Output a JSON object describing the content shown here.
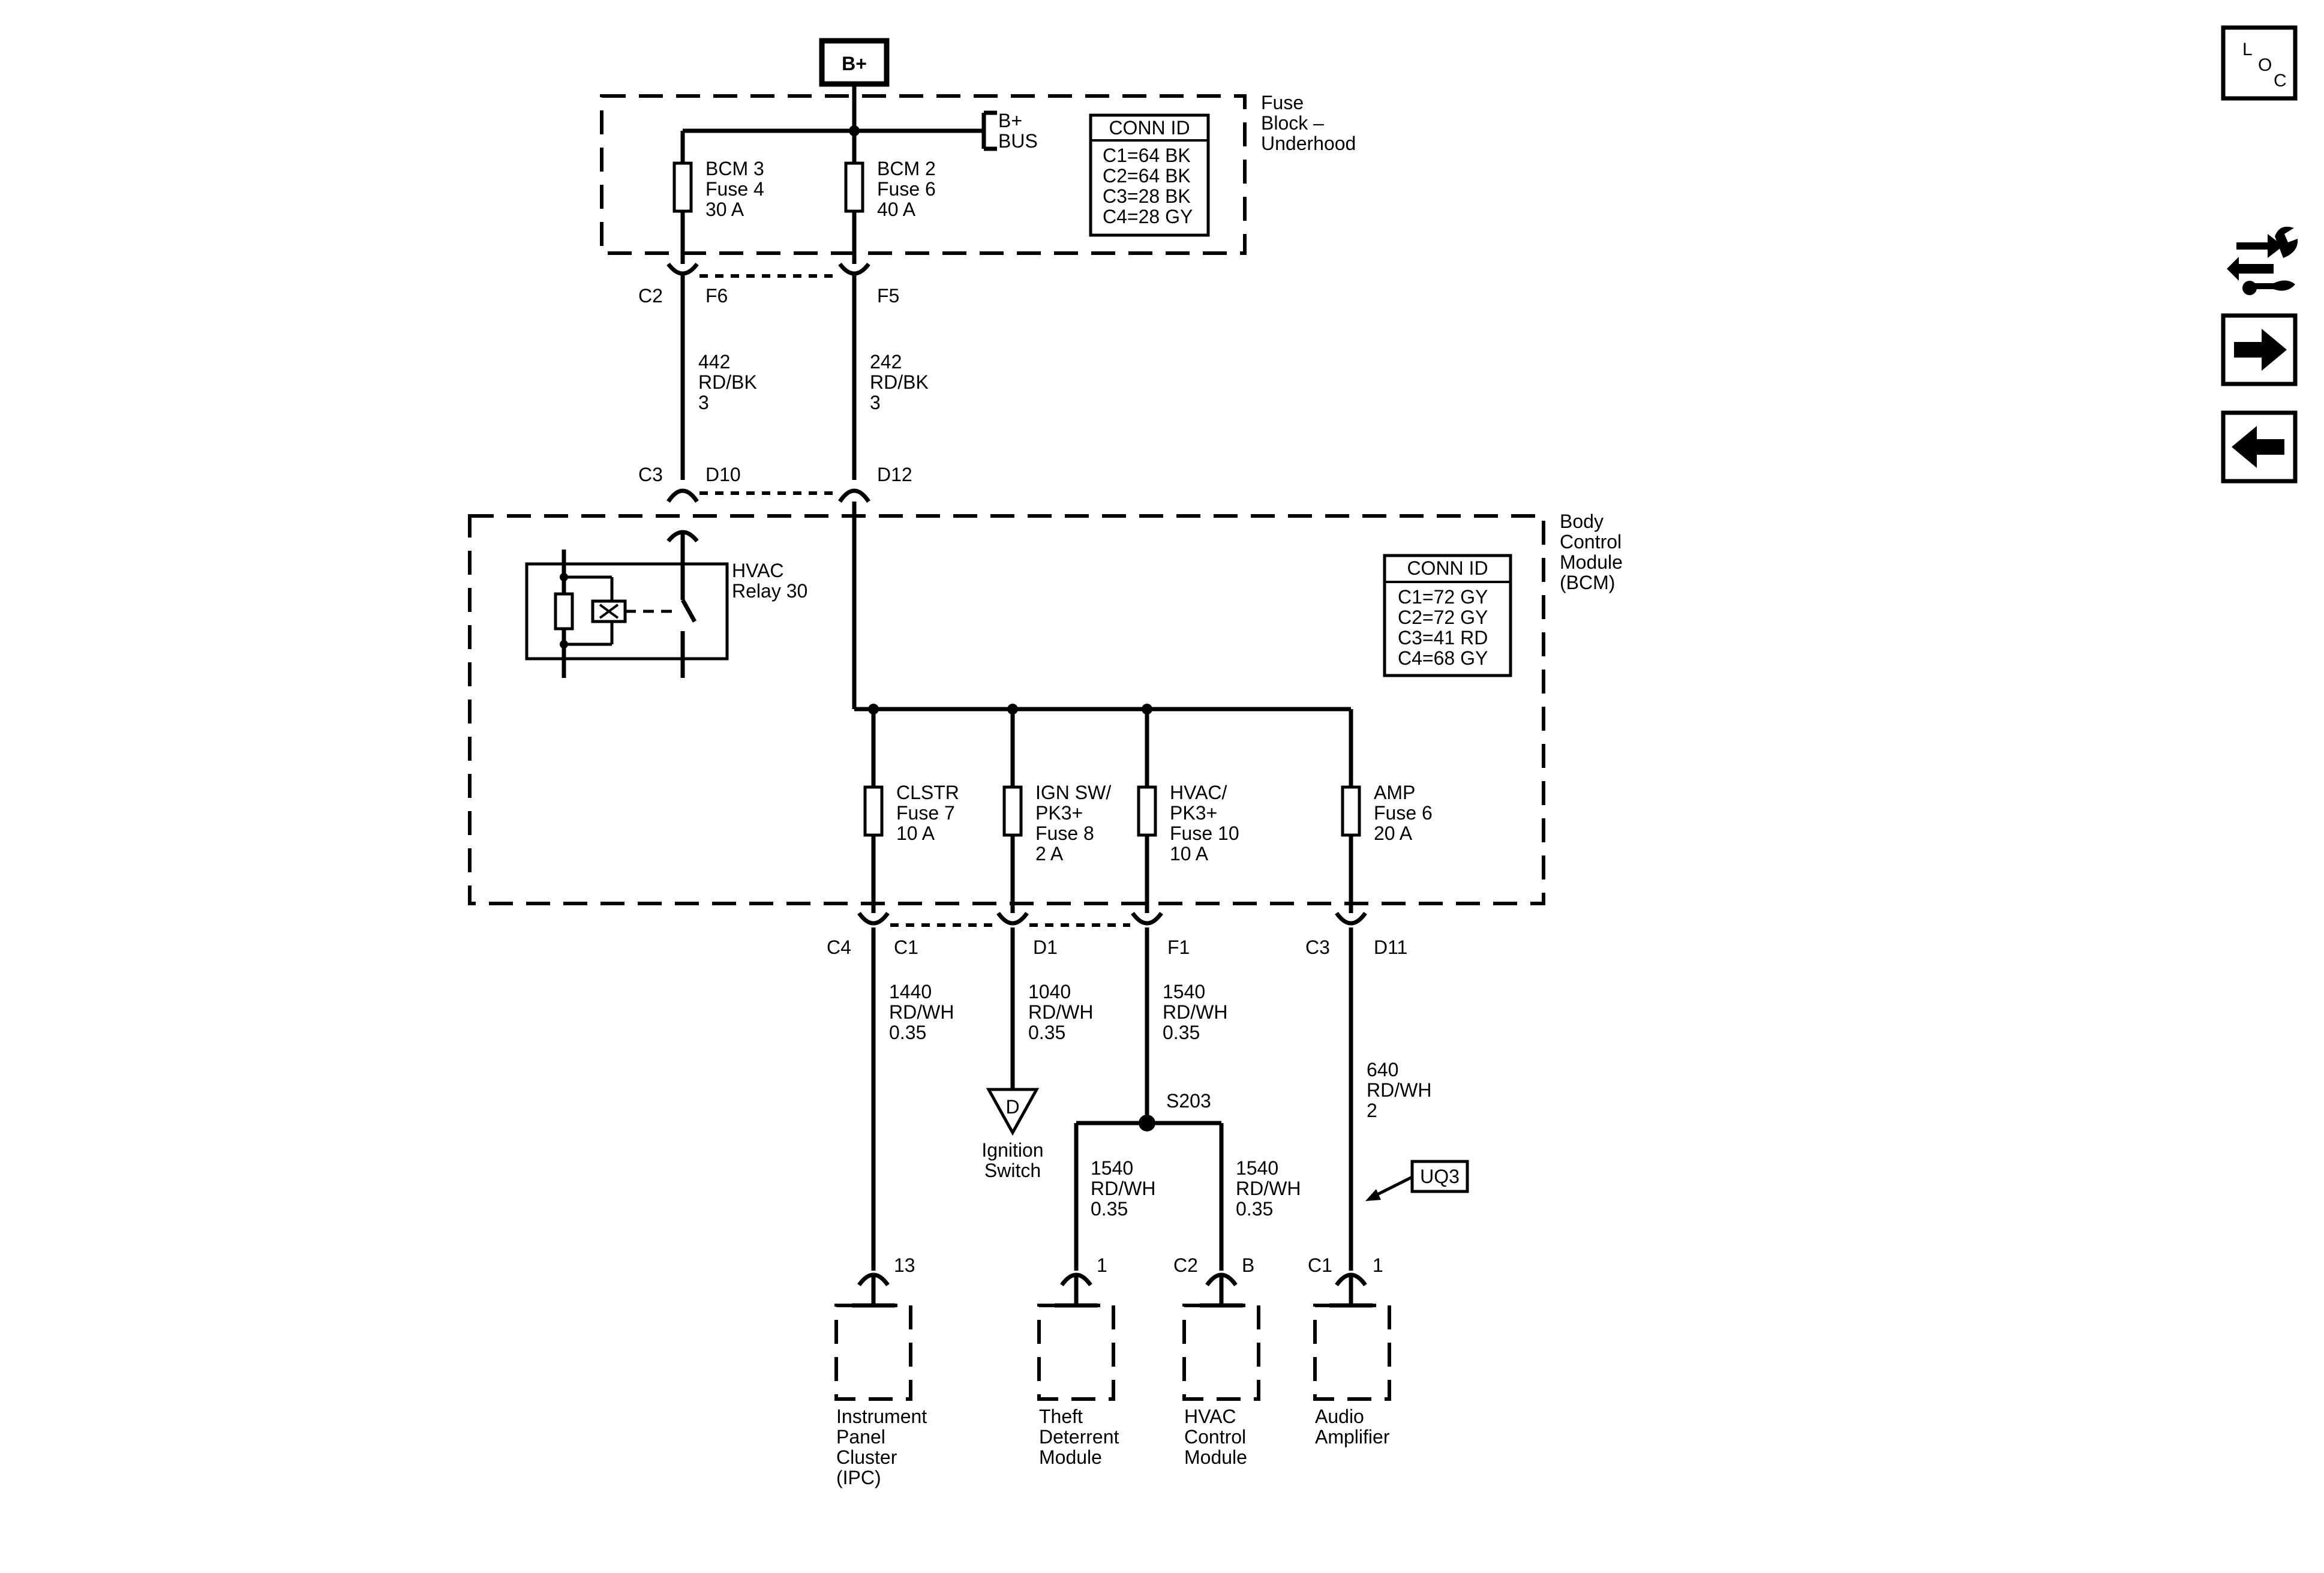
{
  "battery": "B+",
  "b_bus": [
    "B+",
    "BUS"
  ],
  "fuse_block": {
    "label": [
      "Fuse",
      "Block –",
      "Underhood"
    ],
    "conn_id": {
      "title": "CONN ID",
      "rows": [
        "C1=64 BK",
        "C2=64 BK",
        "C3=28 BK",
        "C4=28 GY"
      ]
    },
    "fuses": [
      {
        "lines": [
          "BCM 3",
          "Fuse 4",
          "30 A"
        ]
      },
      {
        "lines": [
          "BCM 2",
          "Fuse 6",
          "40 A"
        ]
      }
    ],
    "connectors": {
      "c2": "C2",
      "f6": "F6",
      "f5": "F5"
    }
  },
  "wires_upper": [
    {
      "lines": [
        "442",
        "RD/BK",
        "3"
      ]
    },
    {
      "lines": [
        "242",
        "RD/BK",
        "3"
      ]
    }
  ],
  "bcm": {
    "label": [
      "Body",
      "Control",
      "Module",
      "(BCM)"
    ],
    "connectors": {
      "c3": "C3",
      "d10": "D10",
      "d12": "D12"
    },
    "relay": [
      "HVAC",
      "Relay 30"
    ],
    "conn_id": {
      "title": "CONN ID",
      "rows": [
        "C1=72 GY",
        "C2=72 GY",
        "C3=41 RD",
        "C4=68 GY"
      ]
    },
    "fuses": [
      {
        "lines": [
          "CLSTR",
          "Fuse 7",
          "10 A"
        ]
      },
      {
        "lines": [
          "IGN SW/",
          "PK3+",
          "Fuse 8",
          "2 A"
        ]
      },
      {
        "lines": [
          "HVAC/",
          "PK3+",
          "Fuse 10",
          "10 A"
        ]
      },
      {
        "lines": [
          "AMP",
          "Fuse 6",
          "20 A"
        ]
      }
    ],
    "out_connectors": {
      "c4": "C4",
      "c1": "C1",
      "d1": "D1",
      "f1": "F1",
      "c3": "C3",
      "d11": "D11"
    }
  },
  "wires_lower": [
    {
      "lines": [
        "1440",
        "RD/WH",
        "0.35"
      ]
    },
    {
      "lines": [
        "1040",
        "RD/WH",
        "0.35"
      ]
    },
    {
      "lines": [
        "1540",
        "RD/WH",
        "0.35"
      ]
    },
    {
      "lines": [
        "640",
        "RD/WH",
        "2"
      ]
    }
  ],
  "splice": "S203",
  "wires_branch": [
    {
      "lines": [
        "1540",
        "RD/WH",
        "0.35"
      ]
    },
    {
      "lines": [
        "1540",
        "RD/WH",
        "0.35"
      ]
    }
  ],
  "ignition": {
    "letter": "D",
    "lines": [
      "Ignition",
      "Switch"
    ]
  },
  "option": "UQ3",
  "components": [
    {
      "pin": "13",
      "conn": "",
      "lines": [
        "Instrument",
        "Panel",
        "Cluster",
        "(IPC)"
      ]
    },
    {
      "pin": "1",
      "conn": "",
      "lines": [
        "Theft",
        "Deterrent",
        "Module"
      ]
    },
    {
      "pin": "B",
      "conn": "C2",
      "lines": [
        "HVAC",
        "Control",
        "Module"
      ]
    },
    {
      "pin": "1",
      "conn": "C1",
      "lines": [
        "Audio",
        "Amplifier"
      ]
    }
  ],
  "nav": {
    "loc": [
      "L",
      "O",
      "C"
    ],
    "icons": [
      "connector-tool-icon",
      "arrow-right-icon",
      "arrow-left-icon"
    ]
  }
}
